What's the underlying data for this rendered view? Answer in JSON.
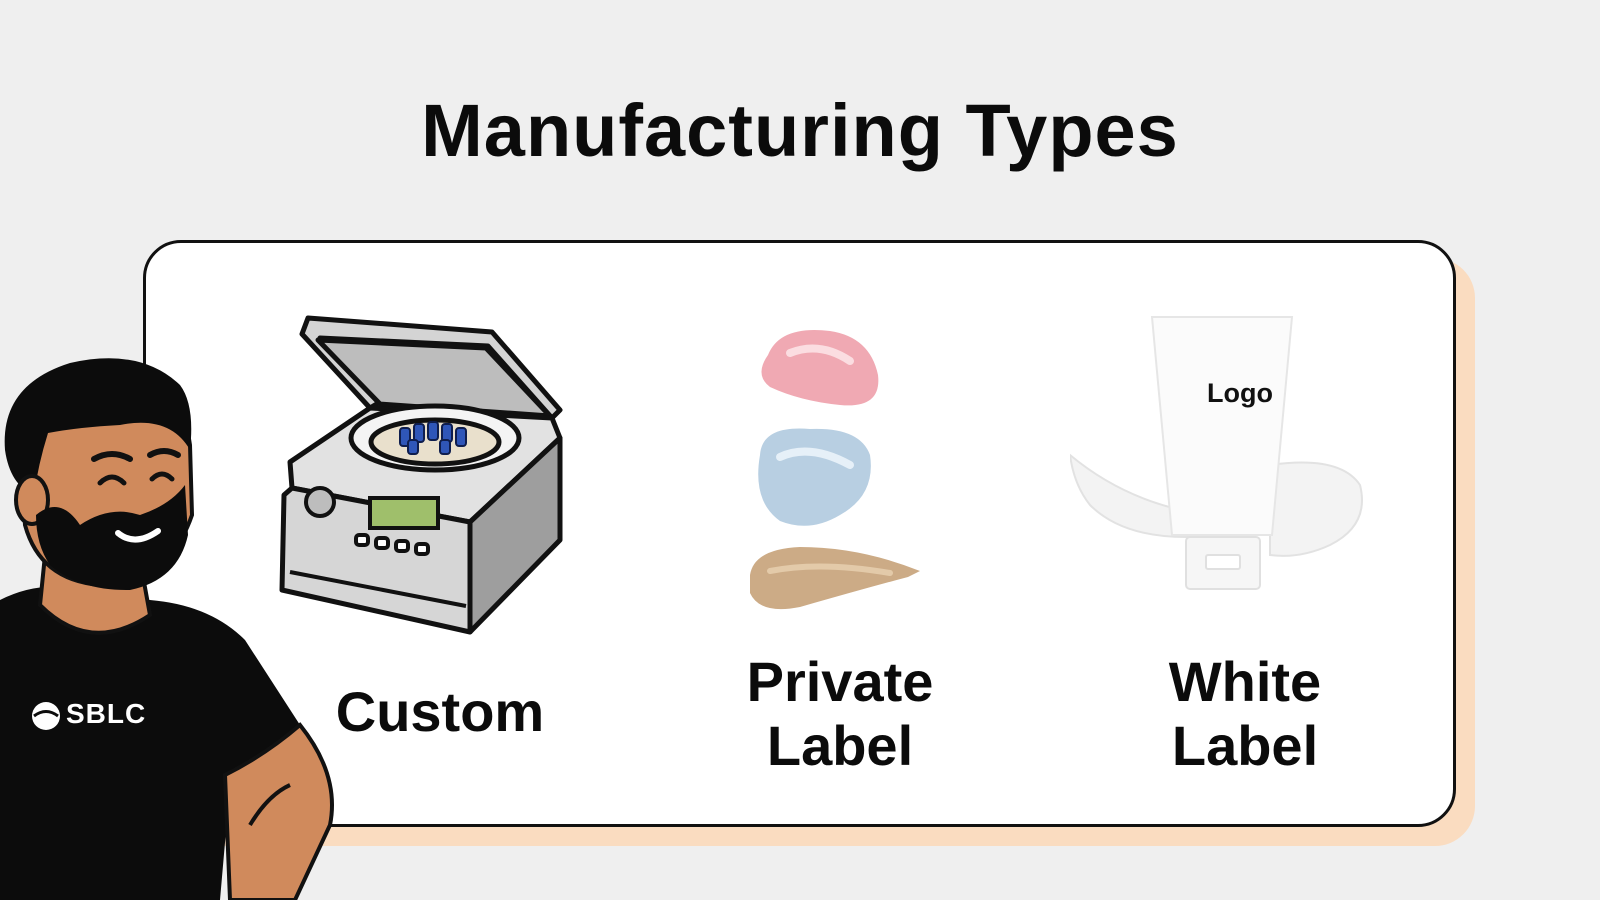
{
  "title": "Manufacturing Types",
  "types": [
    {
      "label": "Custom",
      "icon": "centrifuge-icon"
    },
    {
      "label_lines": [
        "Private",
        "Label"
      ],
      "icon": "cosmetic-swatches-icon"
    },
    {
      "label_lines": [
        "White",
        "Label"
      ],
      "icon": "cream-tube-icon",
      "tube_text": "Logo"
    }
  ],
  "presenter": {
    "shirt_logo": "SBLC"
  },
  "colors": {
    "background": "#efefef",
    "card": "#ffffff",
    "card_shadow": "#fadcc0",
    "skin": "#d08a5c"
  }
}
